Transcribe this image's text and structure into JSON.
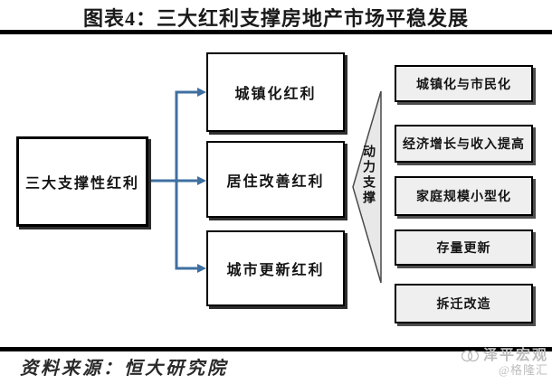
{
  "title": "图表4：三大红利支撑房地产市场平稳发展",
  "diagram": {
    "root_box": {
      "label": "三大支撑性红利"
    },
    "dividend_boxes": [
      {
        "label": "城镇化红利"
      },
      {
        "label": "居住改善红利"
      },
      {
        "label": "城市更新红利"
      }
    ],
    "arrow_label": "动力支撑",
    "driver_boxes": [
      {
        "label": "城镇化与市民化"
      },
      {
        "label": "经济增长与收入提高"
      },
      {
        "label": "家庭规模小型化"
      },
      {
        "label": "存量更新"
      },
      {
        "label": "拆迁改造"
      }
    ]
  },
  "source": "资料来源：恒大研究院",
  "watermark": {
    "brand": "泽平宏观",
    "handle": "@格隆汇"
  },
  "colors": {
    "connector_blue": "#3f6fa0",
    "box_border": "#000000",
    "driver_fill": "#efefef",
    "arrow_fill": "#e8e8e8",
    "watermark_gray": "#bdbdbd"
  }
}
